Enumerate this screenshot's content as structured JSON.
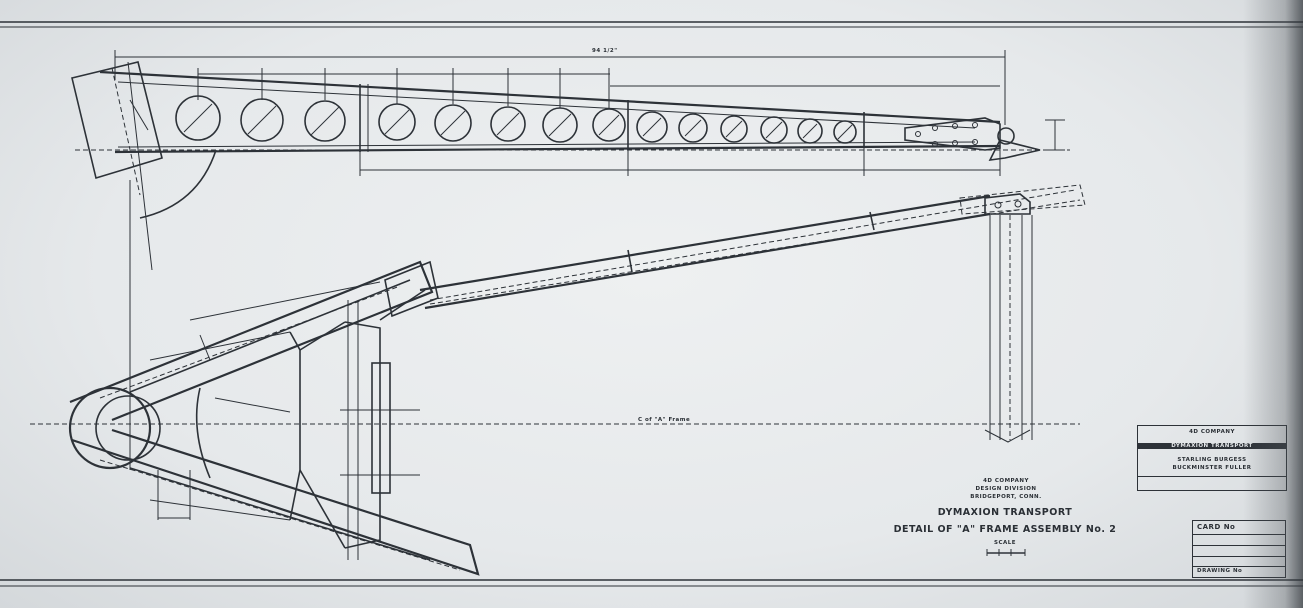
{
  "company": {
    "line1": "4D COMPANY",
    "line2": "DESIGN DIVISION",
    "line3": "BRIDGEPORT, CONN."
  },
  "title": {
    "project": "DYMAXION TRANSPORT",
    "sheet": "DETAIL OF \"A\" FRAME ASSEMBLY No. 2",
    "scale_label": "SCALE"
  },
  "approval_box": {
    "line1": "4D COMPANY",
    "line2": "DYMAXION TRANSPORT",
    "line3": "STARLING BURGESS",
    "line4": "BUCKMINSTER FULLER"
  },
  "card_box": {
    "card_label": "CARD No",
    "drawing_label": "DRAWING No"
  },
  "annotations": {
    "centerline_label": "C of \"A\" Frame",
    "overall_length": "94 1/2\""
  }
}
